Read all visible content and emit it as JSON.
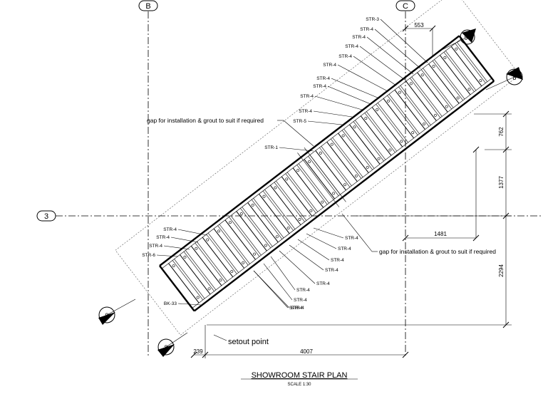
{
  "drawing": {
    "title": "SHOWROOM STAIR PLAN",
    "scale": "SCALE 1:30"
  },
  "grid_labels": {
    "b": "B",
    "c": "C",
    "row3": "3"
  },
  "section_markers": {
    "top_left": "9",
    "top_right": "8",
    "bottom_left": "9",
    "bottom_right": "8"
  },
  "dimensions": {
    "top_width": "553",
    "right_upper": "762",
    "right_middle": "1377",
    "right_lower": "2294",
    "horizontal_mid": "1481",
    "bottom_left": "239",
    "bottom_main": "4007"
  },
  "notes": {
    "gap_upper": "gap for installation & grout to suit if required",
    "gap_lower": "gap for installation & grout to suit if required",
    "setout": "setout point"
  },
  "tags": {
    "upper_right": [
      "STR-3",
      "STR-4",
      "STR-4",
      "STR-4",
      "STR-4",
      "STR-4",
      "STR-4",
      "STR-4",
      "STR-4",
      "STR-4",
      "STR-5",
      "STR-1"
    ],
    "lower_left": [
      "STR-4",
      "STR-4",
      "STR-4",
      "STR-6",
      "BK-33"
    ],
    "lower_right": [
      "STR-4",
      "STR-4",
      "STR-4",
      "STR-4",
      "STR-4",
      "STR-4",
      "STR-4",
      "STR-4",
      "STR-4"
    ]
  }
}
